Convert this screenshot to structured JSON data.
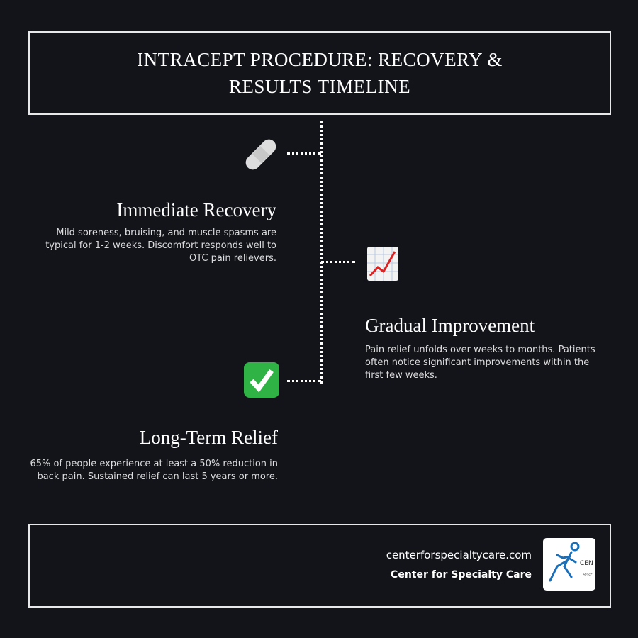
{
  "title": "Intracept Procedure: Recovery & Results Timeline",
  "steps": [
    {
      "icon": "bandage-icon",
      "heading": "Immediate Recovery",
      "text": "Mild soreness, bruising, and muscle spasms are typical for 1-2 weeks. Discomfort responds well to OTC pain relievers."
    },
    {
      "icon": "chart-increasing-icon",
      "heading": "Gradual Improvement",
      "text": "Pain relief unfolds over weeks to months. Patients often notice significant improvements within the first few weeks."
    },
    {
      "icon": "check-mark-icon",
      "heading": "Long-Term Relief",
      "text": "65% of people experience at least a 50% reduction in back pain. Sustained relief can last 5 years or more."
    }
  ],
  "footer": {
    "website": "centerforspecialtycare.com",
    "organization": "Center for Specialty Care",
    "logo_text": "CEN",
    "logo_subtext": "Bost"
  },
  "colors": {
    "background": "#13141a",
    "logo_blue": "#1a6fb8",
    "check_green": "#2fb344",
    "chart_red": "#d22"
  }
}
